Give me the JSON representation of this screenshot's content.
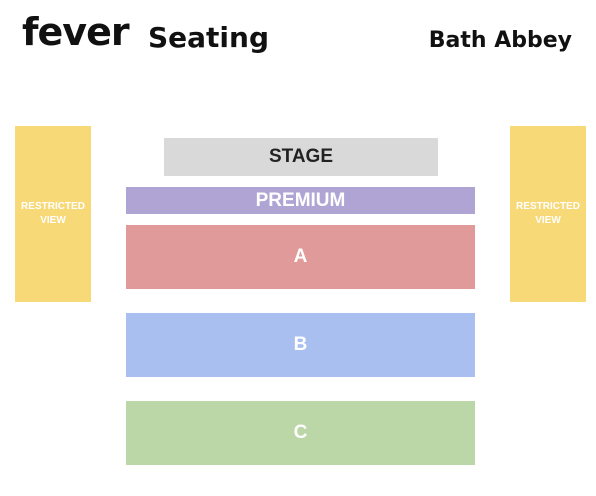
{
  "header": {
    "logo_text": "fever",
    "subtitle": "Seating",
    "venue": "Bath Abbey"
  },
  "sections": {
    "stage": {
      "label": "STAGE",
      "color": "#d9d9d9"
    },
    "premium": {
      "label": "PREMIUM",
      "color": "#b0a4d4"
    },
    "a": {
      "label": "A",
      "color": "#e09a99"
    },
    "b": {
      "label": "B",
      "color": "#a8bff0"
    },
    "c": {
      "label": "C",
      "color": "#bbd7a7"
    },
    "restricted_left": {
      "line1": "RESTRICTED",
      "line2": "VIEW",
      "color": "#f7d978"
    },
    "restricted_right": {
      "line1": "RESTRICTED",
      "line2": "VIEW",
      "color": "#f7d978"
    }
  }
}
